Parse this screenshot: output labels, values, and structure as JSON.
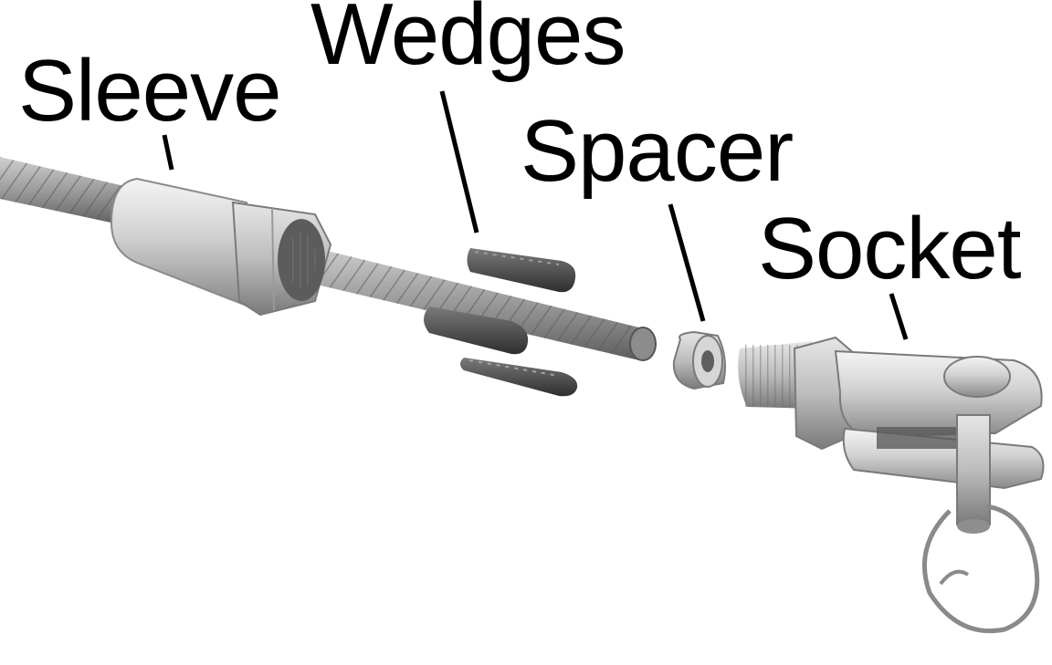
{
  "labels": {
    "sleeve": "Sleeve",
    "wedges": "Wedges",
    "spacer": "Spacer",
    "socket": "Socket"
  },
  "colors": {
    "ink": "#000000",
    "background": "#ffffff",
    "steel_light": "#e8e8e8",
    "steel_mid": "#b4b4b4",
    "steel_dark": "#6e6e6e",
    "wedge_dark": "#4a4a4a"
  }
}
